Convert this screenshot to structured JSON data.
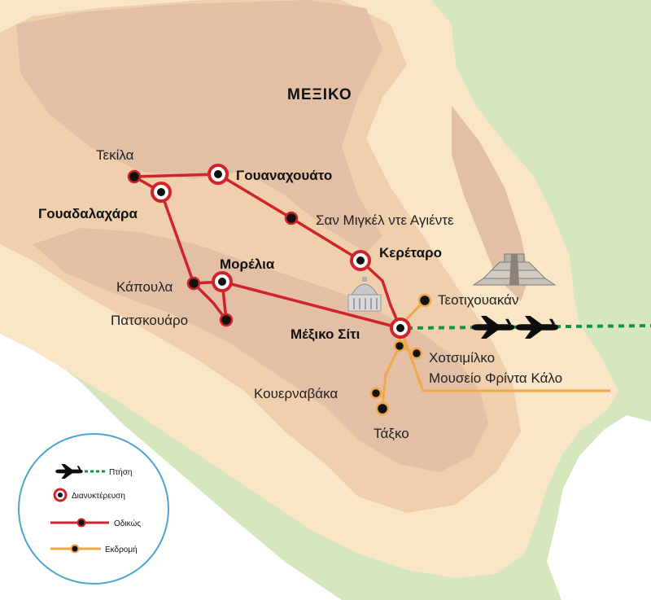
{
  "map": {
    "country_label": "ΜΕΞΙΚΟ",
    "colors": {
      "sea": "#ffffff",
      "coast": "#d7e7bd",
      "land": "#f8e6c6",
      "highland": "#f0cfad",
      "mountain": "#e2bfa5",
      "road": "#d1232a",
      "excursion": "#f0a847",
      "flight": "#139445",
      "dot": "#111111"
    },
    "overnight_stops": [
      {
        "name": "Γουαναχουάτο"
      },
      {
        "name": "Γουαδαλαχάρα"
      },
      {
        "name": "Μορέλια"
      },
      {
        "name": "Κερέταρο"
      },
      {
        "name": "Μέξικο Σίτι"
      }
    ],
    "road_stops": [
      {
        "name": "Τεκίλα"
      },
      {
        "name": "Σαν Μιγκέλ ντε Αγιέντε"
      },
      {
        "name": "Κάπουλα"
      },
      {
        "name": "Πατσκουάρο"
      }
    ],
    "excursion_stops": [
      {
        "name": "Τεοτιχουακάν"
      },
      {
        "name": "Χοτσιμίλκο"
      },
      {
        "name": "Μουσείο Φρίντα Κάλο"
      },
      {
        "name": "Κουερναβάκα"
      },
      {
        "name": "Τάξκο"
      }
    ],
    "landmarks": [
      {
        "name": "pyramid-icon"
      },
      {
        "name": "palace-of-fine-arts-icon"
      },
      {
        "name": "airplane-icon"
      }
    ]
  },
  "legend": {
    "items": [
      {
        "icon": "airplane-icon",
        "label": "Πτήση"
      },
      {
        "icon": "overnight-marker-icon",
        "label": "Διανυκτέρευση"
      },
      {
        "icon": "road-line-icon",
        "label": "Οδικώς"
      },
      {
        "icon": "excursion-line-icon",
        "label": "Εκδρομή"
      }
    ]
  }
}
